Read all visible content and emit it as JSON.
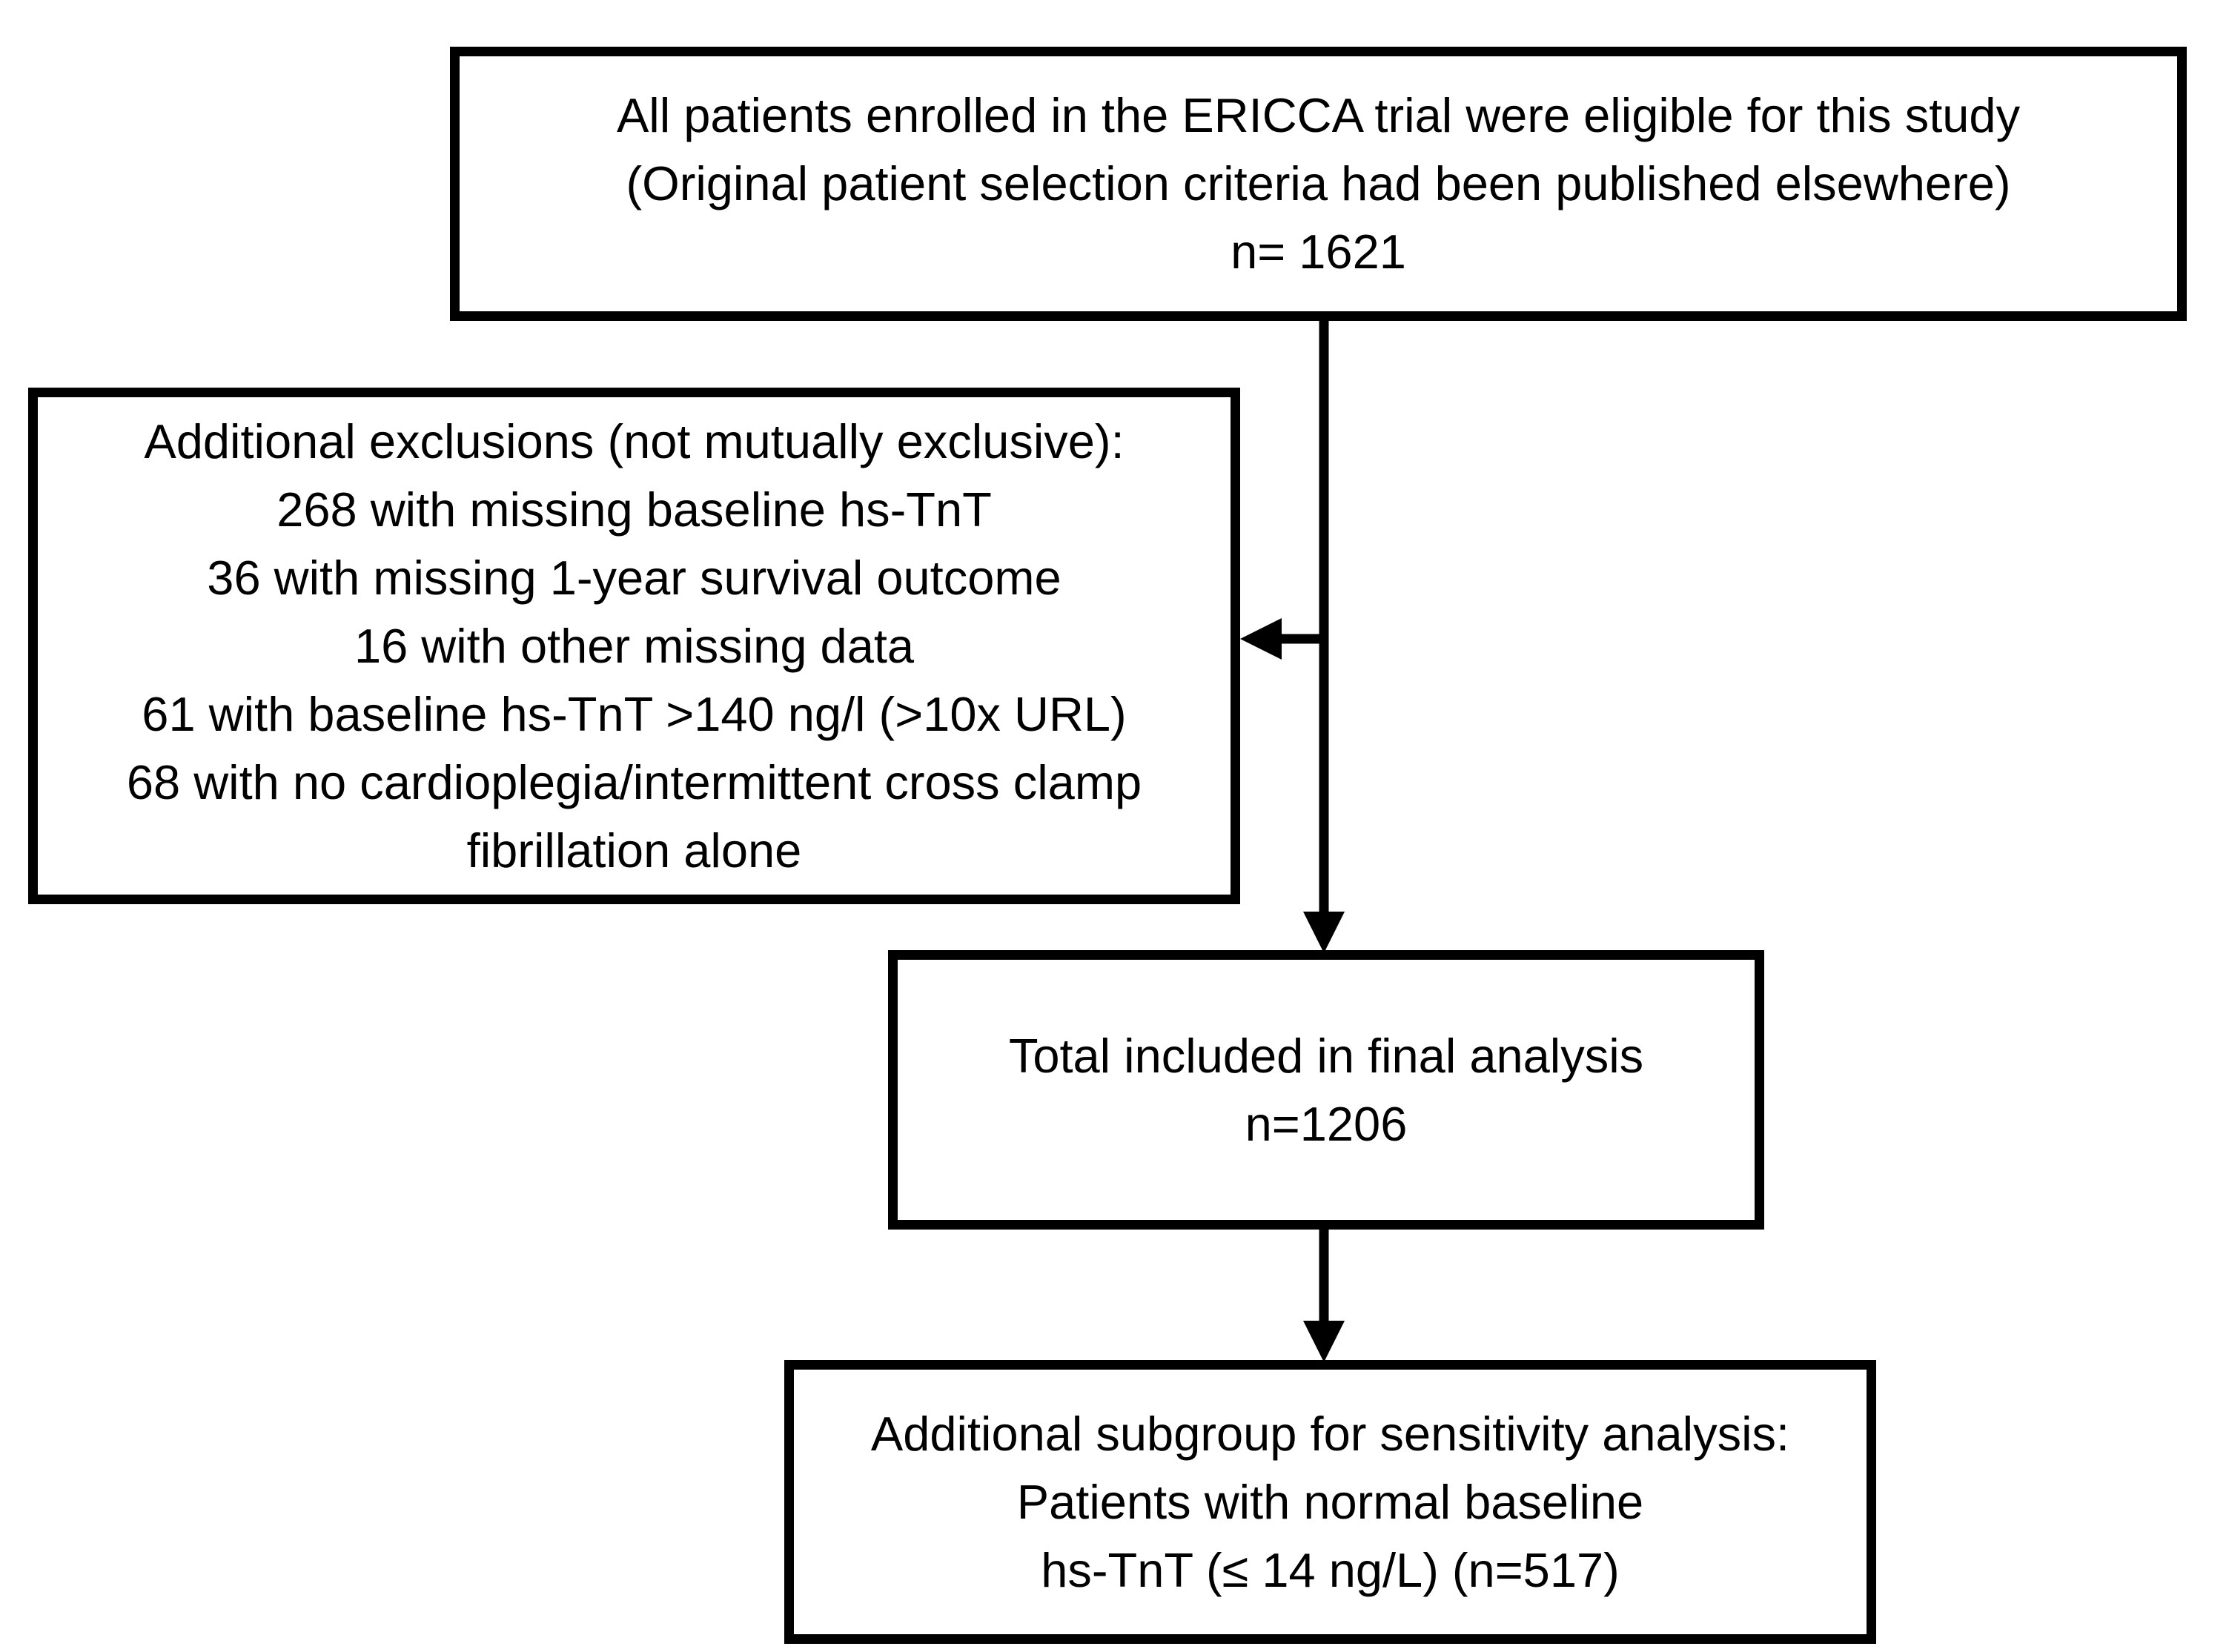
{
  "style": {
    "background_color": "#ffffff",
    "box_border_color": "#000000",
    "arrow_color": "#000000",
    "text_color": "#000000"
  },
  "boxes": {
    "eligible": {
      "lines": [
        "All patients enrolled in the ERICCA trial were eligible for this study",
        "(Original patient selection criteria had been published elsewhere)",
        "n= 1621"
      ]
    },
    "exclusions": {
      "lines": [
        "Additional exclusions (not mutually exclusive):",
        "268 with missing baseline hs-TnT",
        "36 with missing 1-year survival outcome",
        "16 with other missing data",
        "61 with baseline hs-TnT >140 ng/l (>10x URL)",
        "68 with no cardioplegia/intermittent cross clamp",
        "fibrillation alone"
      ]
    },
    "final": {
      "lines": [
        "Total included in final analysis",
        "n=1206"
      ]
    },
    "subgroup": {
      "lines": [
        "Additional subgroup for sensitivity analysis:",
        "Patients with normal baseline",
        "hs-TnT (≤ 14 ng/L) (n=517)"
      ]
    }
  }
}
